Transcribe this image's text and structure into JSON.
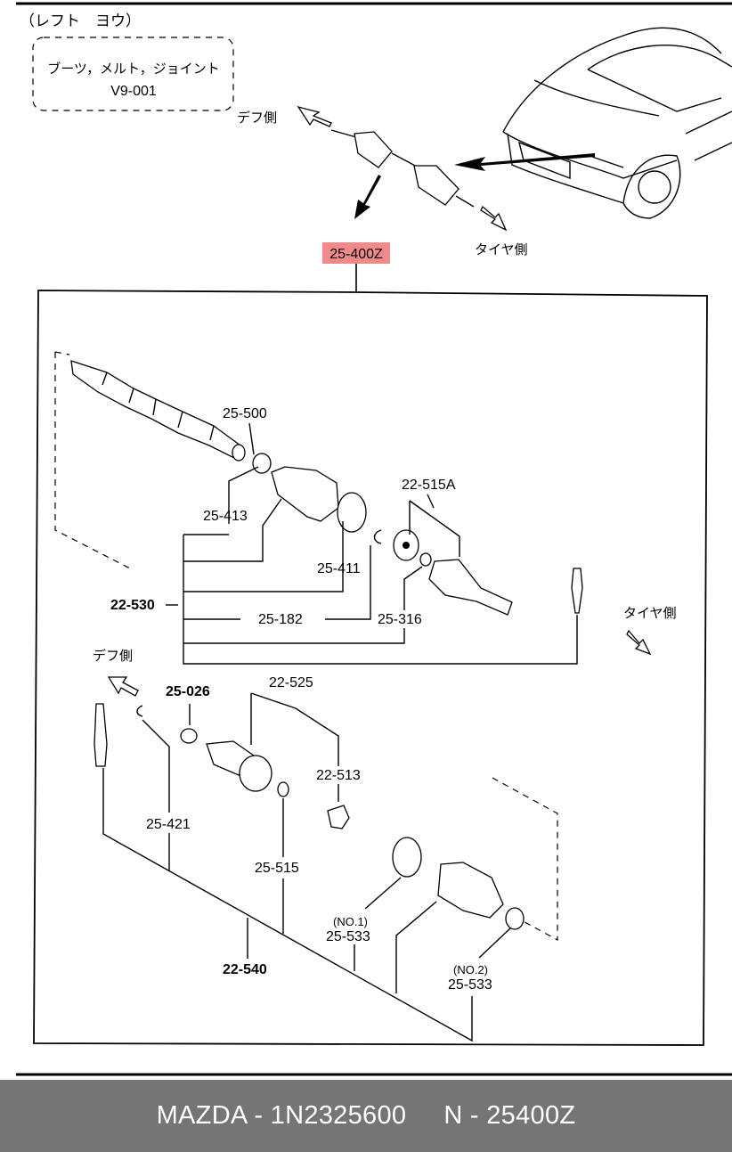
{
  "header": {
    "title": "（レフト　ヨウ）",
    "note_line1": "ブーツ，メルト，ジョイント",
    "note_line2": "V9-001"
  },
  "top_view": {
    "diff_side": "デフ側",
    "tire_side": "タイヤ側",
    "assembly_label": "25-400Z",
    "highlight_color": "#f08a8a"
  },
  "labels": {
    "p25_500": "25-500",
    "p22_515A": "22-515A",
    "p25_413": "25-413",
    "p25_411": "25-411",
    "p22_530": "22-530",
    "p25_182": "25-182",
    "p25_316": "25-316",
    "tire_side_2": "タイヤ側",
    "diff_side_2": "デフ側",
    "p25_026": "25-026",
    "p22_525": "22-525",
    "p22_513": "22-513",
    "p25_421": "25-421",
    "p25_515": "25-515",
    "no1": "(NO.1)",
    "p25_533a": "25-533",
    "p22_540": "22-540",
    "no2": "(NO.2)",
    "p25_533b": "25-533"
  },
  "footer": {
    "brand_part": "MAZDA - 1N2325600",
    "ref": "N - 25400Z"
  }
}
